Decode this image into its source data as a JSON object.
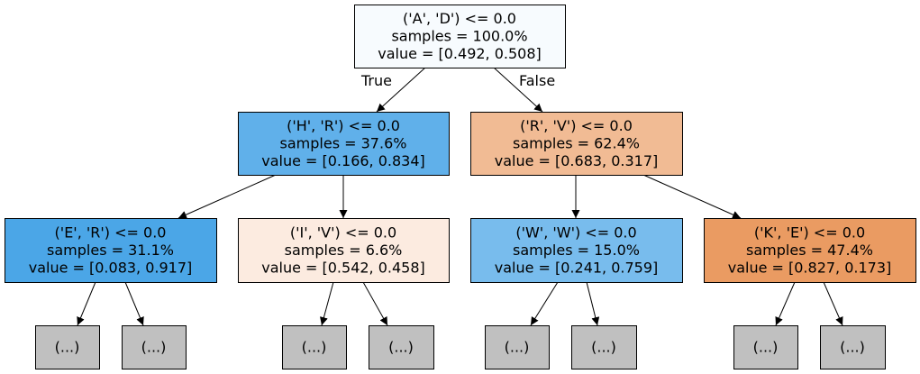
{
  "tree": {
    "edge_labels": {
      "true_label": "True",
      "false_label": "False"
    },
    "nodes": [
      {
        "id": "root",
        "lines": [
          "('A', 'D') <= 0.0",
          "samples = 100.0%",
          "value = [0.492, 0.508]"
        ],
        "fill": "#f7fbfe"
      },
      {
        "id": "n1",
        "lines": [
          "('H', 'R') <= 0.0",
          "samples = 37.6%",
          "value = [0.166, 0.834]"
        ],
        "fill": "#60b0ea"
      },
      {
        "id": "n2",
        "lines": [
          "('R', 'V') <= 0.0",
          "samples = 62.4%",
          "value = [0.683, 0.317]"
        ],
        "fill": "#f1bb94"
      },
      {
        "id": "n3",
        "lines": [
          "('E', 'R') <= 0.0",
          "samples = 31.1%",
          "value = [0.083, 0.917]"
        ],
        "fill": "#4ba6e7"
      },
      {
        "id": "n4",
        "lines": [
          "('I', 'V') <= 0.0",
          "samples = 6.6%",
          "value = [0.542, 0.458]"
        ],
        "fill": "#fcebe0"
      },
      {
        "id": "n5",
        "lines": [
          "('W', 'W') <= 0.0",
          "samples = 15.0%",
          "value = [0.241, 0.759]"
        ],
        "fill": "#78bced"
      },
      {
        "id": "n6",
        "lines": [
          "('K', 'E') <= 0.0",
          "samples = 47.4%",
          "value = [0.827, 0.173]"
        ],
        "fill": "#ea9b62"
      },
      {
        "id": "l1",
        "lines": [
          "(...)"
        ],
        "fill": "#c0c0c0"
      },
      {
        "id": "l2",
        "lines": [
          "(...)"
        ],
        "fill": "#c0c0c0"
      },
      {
        "id": "l3",
        "lines": [
          "(...)"
        ],
        "fill": "#c0c0c0"
      },
      {
        "id": "l4",
        "lines": [
          "(...)"
        ],
        "fill": "#c0c0c0"
      },
      {
        "id": "l5",
        "lines": [
          "(...)"
        ],
        "fill": "#c0c0c0"
      },
      {
        "id": "l6",
        "lines": [
          "(...)"
        ],
        "fill": "#c0c0c0"
      },
      {
        "id": "l7",
        "lines": [
          "(...)"
        ],
        "fill": "#c0c0c0"
      },
      {
        "id": "l8",
        "lines": [
          "(...)"
        ],
        "fill": "#c0c0c0"
      }
    ],
    "edges": [
      {
        "from": "root",
        "to": "n1",
        "label": "true_label"
      },
      {
        "from": "root",
        "to": "n2",
        "label": "false_label"
      },
      {
        "from": "n1",
        "to": "n3"
      },
      {
        "from": "n1",
        "to": "n4"
      },
      {
        "from": "n2",
        "to": "n5"
      },
      {
        "from": "n2",
        "to": "n6"
      },
      {
        "from": "n3",
        "to": "l1"
      },
      {
        "from": "n3",
        "to": "l2"
      },
      {
        "from": "n4",
        "to": "l3"
      },
      {
        "from": "n4",
        "to": "l4"
      },
      {
        "from": "n5",
        "to": "l5"
      },
      {
        "from": "n5",
        "to": "l6"
      },
      {
        "from": "n6",
        "to": "l7"
      },
      {
        "from": "n6",
        "to": "l8"
      }
    ]
  }
}
